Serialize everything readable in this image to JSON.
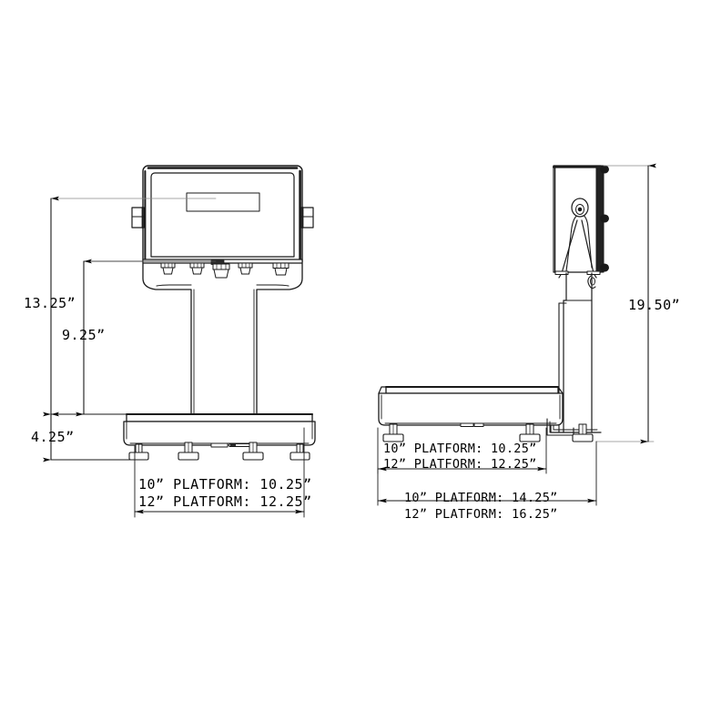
{
  "document": {
    "type": "technical-dimensional-drawing",
    "subject": "bench scale with column-mounted indicator",
    "background_color": "#ffffff",
    "line_color": "#1a1a1a",
    "units": "inches"
  },
  "views": {
    "front": {
      "name": "front-elevation",
      "parts": {
        "indicator_head": "indicator-display-housing",
        "display_window": "lcd-display-window",
        "knobs": [
          "left-tilt-knob",
          "right-tilt-knob"
        ],
        "cable_glands_count": 5,
        "column": "support-column",
        "platform": "weighing-platform",
        "feet_count": 4
      }
    },
    "side": {
      "name": "side-elevation",
      "parts": {
        "indicator_head": "indicator-display-housing-side",
        "bracket": "column-mount-bracket",
        "column": "support-column-side",
        "platform": "weighing-platform-side",
        "feet_count": 3
      }
    }
  },
  "dimensions": {
    "front": {
      "overall_height": "13.25ˮ",
      "column_to_platform_height": "9.25ˮ",
      "platform_height": "4.25ˮ",
      "width_notes": [
        "10ˮ PLATFORM: 10.25ˮ",
        "12ˮ PLATFORM: 12.25ˮ"
      ]
    },
    "side": {
      "overall_height": "19.50ˮ",
      "platform_depth_notes": [
        "10ˮ PLATFORM: 10.25ˮ",
        "12ˮ PLATFORM: 12.25ˮ"
      ],
      "overall_depth_notes": [
        "10ˮ PLATFORM: 14.25ˮ",
        "12ˮ PLATFORM: 16.25ˮ"
      ]
    }
  },
  "labels": {
    "front_h1": "13.25ˮ",
    "front_h2": "9.25ˮ",
    "front_h3": "4.25ˮ",
    "front_w_line1": "10ˮ PLATFORM: 10.25ˮ",
    "front_w_line2": "12ˮ PLATFORM: 12.25ˮ",
    "side_h1": "19.50ˮ",
    "side_d_line1": "10ˮ PLATFORM: 10.25ˮ",
    "side_d_line2": "12ˮ PLATFORM: 12.25ˮ",
    "side_o_line1": "10ˮ PLATFORM: 14.25ˮ",
    "side_o_line2": "12ˮ PLATFORM: 16.25ˮ"
  }
}
